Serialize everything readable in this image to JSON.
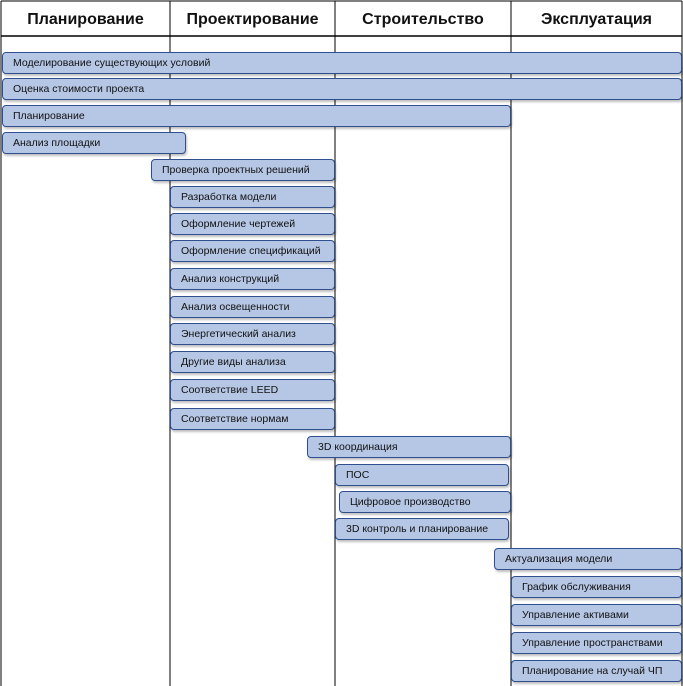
{
  "headers": [
    "Планирование",
    "Проектирование",
    "Строительство",
    "Эксплуатация"
  ],
  "bars": [
    {
      "label": "Моделирование существующих условий",
      "col_start": 0,
      "col_end": 4
    },
    {
      "label": "Оценка стоимости проекта",
      "col_start": 0,
      "col_end": 4
    },
    {
      "label": "Планирование",
      "col_start": 0,
      "col_end": 3
    },
    {
      "label": "Анализ площадки",
      "col_start": 0,
      "col_end": 1
    },
    {
      "label": "Проверка проектных решений",
      "col_start": 1,
      "col_end": 2
    },
    {
      "label": "Разработка модели",
      "col_start": 1,
      "col_end": 2
    },
    {
      "label": "Оформление чертежей",
      "col_start": 1,
      "col_end": 2
    },
    {
      "label": "Оформление спецификаций",
      "col_start": 1,
      "col_end": 2
    },
    {
      "label": "Анализ конструкций",
      "col_start": 1,
      "col_end": 2
    },
    {
      "label": "Анализ освещенности",
      "col_start": 1,
      "col_end": 2
    },
    {
      "label": "Энергетический анализ",
      "col_start": 1,
      "col_end": 2
    },
    {
      "label": "Другие виды анализа",
      "col_start": 1,
      "col_end": 2
    },
    {
      "label": "Соответствие LEED",
      "col_start": 1,
      "col_end": 2
    },
    {
      "label": "Соответствие нормам",
      "col_start": 1,
      "col_end": 2
    },
    {
      "label": "3D координация",
      "col_start": 2,
      "col_end": 3
    },
    {
      "label": "ПОС",
      "col_start": 2,
      "col_end": 3
    },
    {
      "label": "Цифровое производство",
      "col_start": 2,
      "col_end": 3
    },
    {
      "label": "3D контроль и планирование",
      "col_start": 2,
      "col_end": 3
    },
    {
      "label": "Актуализация модели",
      "col_start": 3,
      "col_end": 4
    },
    {
      "label": "График обслуживания",
      "col_start": 3,
      "col_end": 4
    },
    {
      "label": "Управление активами",
      "col_start": 3,
      "col_end": 4
    },
    {
      "label": "Управление пространствами",
      "col_start": 3,
      "col_end": 4
    },
    {
      "label": "Планирование на случай ЧП",
      "col_start": 3,
      "col_end": 4
    }
  ],
  "colors": {
    "bar_fill": "#b6c7e6",
    "bar_border": "#2f4f8f",
    "grid": "#000000"
  }
}
